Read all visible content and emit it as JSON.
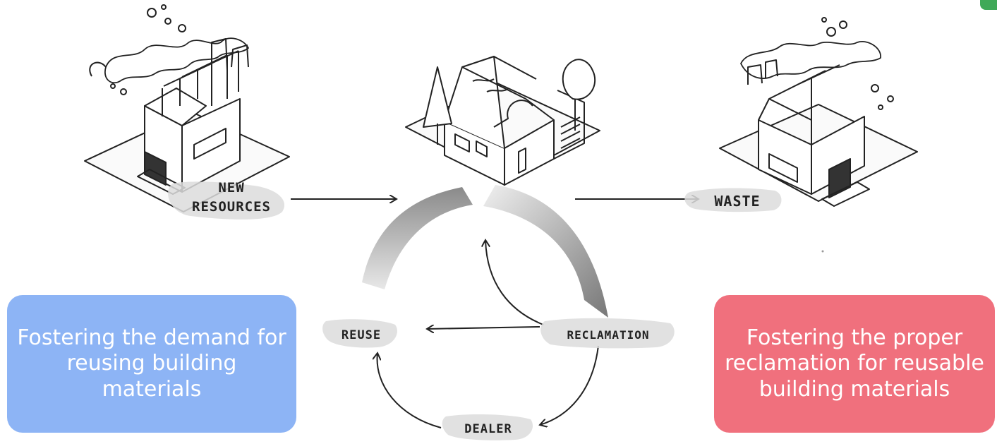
{
  "labels": {
    "new_resources": [
      "NEW",
      "RESOURCES"
    ],
    "waste": "WASTE",
    "reuse": "REUSE",
    "reclamation": "RECLAMATION",
    "dealer": "DEALER"
  },
  "boxes": {
    "reuse_demand": "Fostering the demand for reusing building materials",
    "proper_reclamation": "Fostering the proper reclamation for reusable building materials"
  },
  "colors": {
    "reuse_box": "#8db4f5",
    "reclamation_box": "#f0707d",
    "corner_tag": "#3fa958"
  }
}
